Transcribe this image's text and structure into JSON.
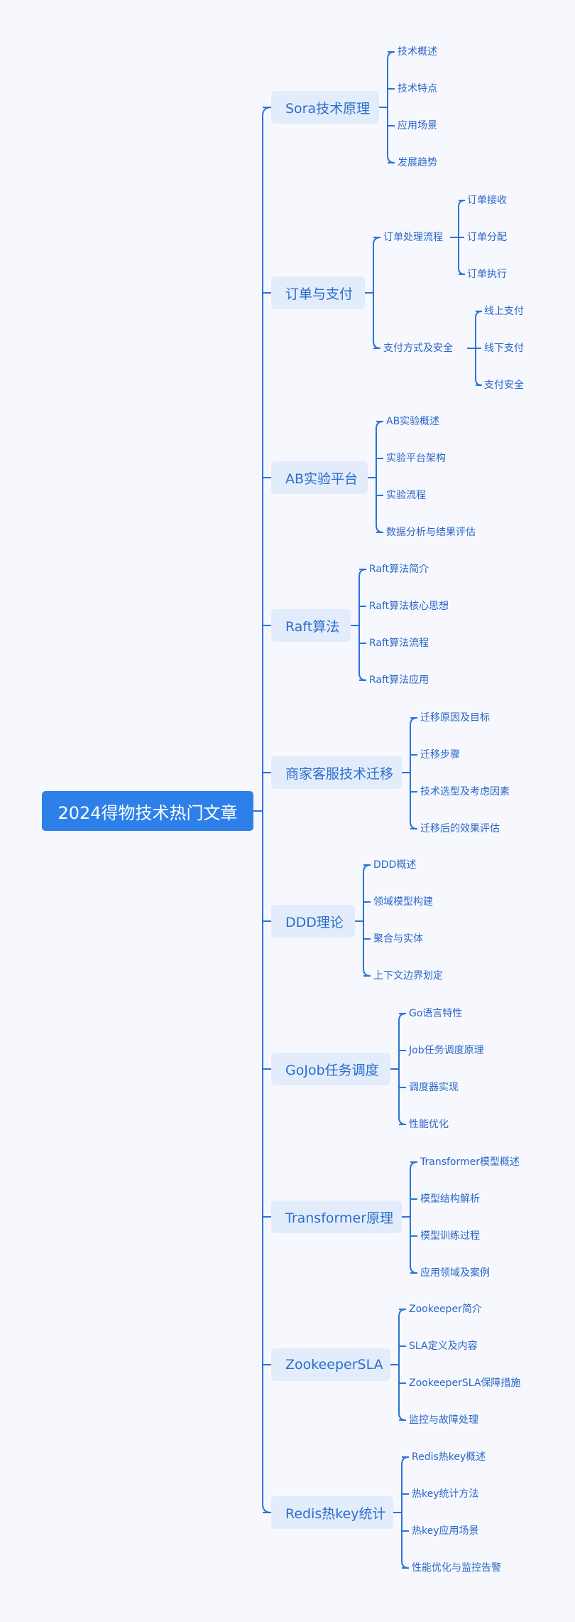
{
  "root": {
    "label": "2024得物技术热门文章"
  },
  "branches": [
    {
      "label": "Sora技术原理",
      "children": [
        {
          "label": "技术概述"
        },
        {
          "label": "技术特点"
        },
        {
          "label": "应用场景"
        },
        {
          "label": "发展趋势"
        }
      ]
    },
    {
      "label": "订单与支付",
      "children": [
        {
          "label": "订单处理流程",
          "children": [
            {
              "label": "订单接收"
            },
            {
              "label": "订单分配"
            },
            {
              "label": "订单执行"
            }
          ]
        },
        {
          "label": "支付方式及安全",
          "children": [
            {
              "label": "线上支付"
            },
            {
              "label": "线下支付"
            },
            {
              "label": "支付安全"
            }
          ]
        }
      ]
    },
    {
      "label": "AB实验平台",
      "children": [
        {
          "label": "AB实验概述"
        },
        {
          "label": "实验平台架构"
        },
        {
          "label": "实验流程"
        },
        {
          "label": "数据分析与结果评估"
        }
      ]
    },
    {
      "label": "Raft算法",
      "children": [
        {
          "label": "Raft算法简介"
        },
        {
          "label": "Raft算法核心思想"
        },
        {
          "label": "Raft算法流程"
        },
        {
          "label": "Raft算法应用"
        }
      ]
    },
    {
      "label": "商家客服技术迁移",
      "children": [
        {
          "label": "迁移原因及目标"
        },
        {
          "label": "迁移步骤"
        },
        {
          "label": "技术选型及考虑因素"
        },
        {
          "label": "迁移后的效果评估"
        }
      ]
    },
    {
      "label": "DDD理论",
      "children": [
        {
          "label": "DDD概述"
        },
        {
          "label": "领域模型构建"
        },
        {
          "label": "聚合与实体"
        },
        {
          "label": "上下文边界划定"
        }
      ]
    },
    {
      "label": "GoJob任务调度",
      "children": [
        {
          "label": "Go语言特性"
        },
        {
          "label": "Job任务调度原理"
        },
        {
          "label": "调度器实现"
        },
        {
          "label": "性能优化"
        }
      ]
    },
    {
      "label": "Transformer原理",
      "children": [
        {
          "label": "Transformer模型概述"
        },
        {
          "label": "模型结构解析"
        },
        {
          "label": "模型训练过程"
        },
        {
          "label": "应用领域及案例"
        }
      ]
    },
    {
      "label": "ZookeeperSLA",
      "children": [
        {
          "label": "Zookeeper简介"
        },
        {
          "label": "SLA定义及内容"
        },
        {
          "label": "ZookeeperSLA保障措施"
        },
        {
          "label": "监控与故障处理"
        }
      ]
    },
    {
      "label": "Redis热key统计",
      "children": [
        {
          "label": "Redis热key概述"
        },
        {
          "label": "热key统计方法"
        },
        {
          "label": "热key应用场景"
        },
        {
          "label": "性能优化与监控告警"
        }
      ]
    }
  ],
  "colors": {
    "background": "#f6f8fe",
    "root_fill": "#2d80ea",
    "node_fill": "#e3ecfb",
    "line": "#2d72d8",
    "text": "#2a66c6"
  }
}
